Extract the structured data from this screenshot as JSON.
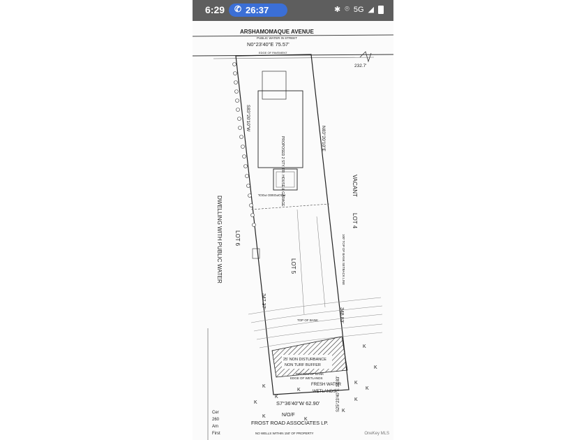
{
  "status_bar": {
    "time": "6:29",
    "call_timer": "26:37",
    "network": "5G"
  },
  "plan": {
    "street_name": "ARSHAMOMAQUE   AVENUE",
    "street_note": "PUBLIC WATER IN STREET",
    "north_bearing": "N0°23'40\"E  75.57'",
    "edge_of_pavement": "EDGE OF PAVEMENT",
    "elevation": "232.7'",
    "west_bearing": "S83°20'10\"W",
    "east_bearing": "N83°20'10\"E",
    "proposed_house": "PROPOSED 2 STY. FR. HOUSE & GARAGE",
    "proposed_pool": "PROPOSED POOL",
    "vacant": "VACANT",
    "lot4": "LOT 4",
    "lot5": "LOT 5",
    "lot6": "LOT 6",
    "dwelling": "DWELLING WITH PUBLIC WATER",
    "setback_label": "100' TOP OF BANK SETBACK LINE",
    "west_distance": "347.37'",
    "east_distance": "348.83'",
    "top_of_bank": "TOP OF BANK",
    "buffer_line1": "25' NON DISTURBANCE",
    "buffer_line2": "NON TURF BUFFER",
    "bottom_of_bank": "BOTTOM OF BANK",
    "edge_of_wetlands": "EDGE OF WETLANDS",
    "fresh_water1": "FRESH WATER",
    "fresh_water2": "WETLANDS",
    "south_bearing": "S7°36'40\"W  62.90'",
    "se_bearing": "S25°23'40\"E  14.83'",
    "nof": "N/O/F",
    "frost_road": "FROST ROAD ASSOCIATES LP.",
    "no_wells": "NO WELLS WITHIN 150' OF PROPERTY",
    "cert_lines": [
      "Cer",
      "260",
      "Am",
      "First"
    ],
    "watermark": "OneKey MLS"
  }
}
